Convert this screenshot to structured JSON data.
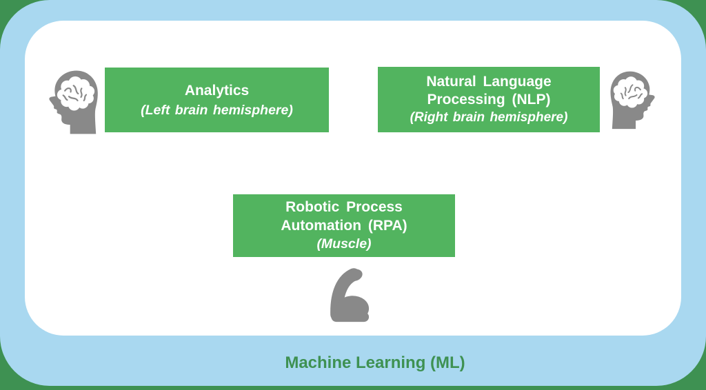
{
  "diagram": {
    "footer_label": "Machine Learning (ML)",
    "boxes": {
      "analytics": {
        "title": "Analytics",
        "subtitle": "(Left brain hemisphere)"
      },
      "nlp": {
        "title_lines": [
          "Natural Language",
          "Processing (NLP)"
        ],
        "subtitle": "(Right brain hemisphere)"
      },
      "rpa": {
        "title_lines": [
          "Robotic Process",
          "Automation (RPA)"
        ],
        "subtitle": "(Muscle)"
      }
    },
    "icons": {
      "left_head": "head-with-brain-facing-left",
      "right_head": "head-with-brain-facing-right",
      "muscle": "flexed-biceps"
    },
    "colors": {
      "background_green": "#3e9152",
      "panel_blue": "#a9d8f0",
      "panel_white": "#ffffff",
      "box_green": "#52b45f",
      "box_text_white": "#ffffff",
      "icon_gray": "#898989",
      "footer_text_green": "#3e9152"
    }
  }
}
